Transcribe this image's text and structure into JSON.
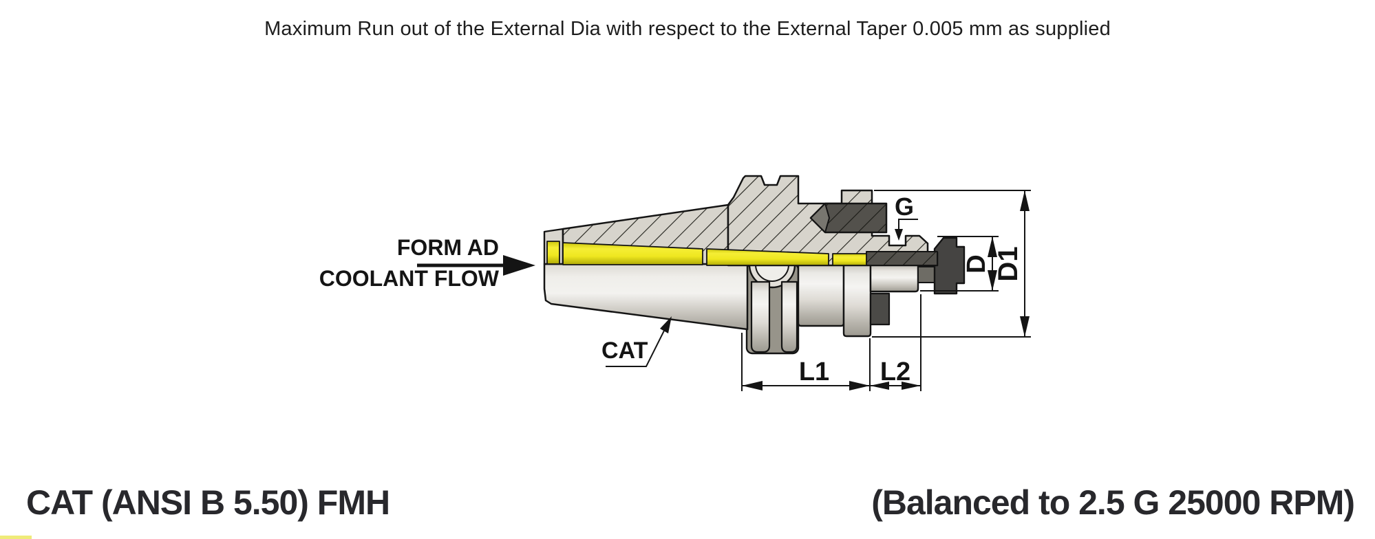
{
  "note": "Maximum Run out of the External Dia with respect to the External Taper 0.005 mm as supplied",
  "footer": {
    "left": "CAT (ANSI B 5.50) FMH",
    "right": "(Balanced to 2.5 G 25000 RPM)"
  },
  "diagram": {
    "type": "technical-drawing",
    "subject": "CAT face mill holder, half-section side view",
    "labels": {
      "coolant_form": "FORM AD",
      "coolant_flow": "COOLANT FLOW",
      "taper": "CAT",
      "thread": "G",
      "pilot_dia": "D",
      "flange_dia": "D1",
      "gauge_length": "L1",
      "pilot_length": "L2"
    },
    "colors": {
      "coolant_channel": "#f0e825",
      "metal_light": "#d6d3cb",
      "metal_dark": "#4a4946",
      "outline": "#141414"
    }
  }
}
